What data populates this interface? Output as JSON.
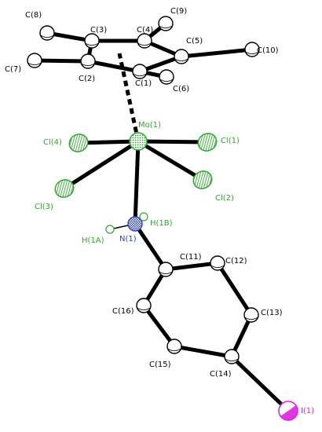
{
  "molecule": {
    "colors": {
      "carbon": "#000000",
      "molybdenum": "#2fa82f",
      "chlorine": "#2fa82f",
      "nitrogen": "#3040c8",
      "hydrogen": "#2fa82f",
      "iodine": "#e020e0",
      "bond": "#000000"
    },
    "atoms": [
      {
        "id": "C8",
        "label": "C(8)",
        "element": "C"
      },
      {
        "id": "C3",
        "label": "C(3)",
        "element": "C"
      },
      {
        "id": "C4",
        "label": "C(4)",
        "element": "C"
      },
      {
        "id": "C9",
        "label": "C(9)",
        "element": "C"
      },
      {
        "id": "C5",
        "label": "C(5)",
        "element": "C"
      },
      {
        "id": "C10",
        "label": "C(10)",
        "element": "C"
      },
      {
        "id": "C7",
        "label": "C(7)",
        "element": "C"
      },
      {
        "id": "C2",
        "label": "C(2)",
        "element": "C"
      },
      {
        "id": "C1",
        "label": "C(1)",
        "element": "C"
      },
      {
        "id": "C6",
        "label": "C(6)",
        "element": "C"
      },
      {
        "id": "Mo1",
        "label": "Mo(1)",
        "element": "Mo"
      },
      {
        "id": "Cl4",
        "label": "Cl(4)",
        "element": "Cl"
      },
      {
        "id": "Cl1",
        "label": "Cl(1)",
        "element": "Cl"
      },
      {
        "id": "Cl3",
        "label": "Cl(3)",
        "element": "Cl"
      },
      {
        "id": "Cl2",
        "label": "Cl(2)",
        "element": "Cl"
      },
      {
        "id": "N1",
        "label": "N(1)",
        "element": "N"
      },
      {
        "id": "H1A",
        "label": "H(1A)",
        "element": "H"
      },
      {
        "id": "H1B",
        "label": "H(1B)",
        "element": "H"
      },
      {
        "id": "C11",
        "label": "C(11)",
        "element": "C"
      },
      {
        "id": "C12",
        "label": "C(12)",
        "element": "C"
      },
      {
        "id": "C16",
        "label": "C(16)",
        "element": "C"
      },
      {
        "id": "C13",
        "label": "C(13)",
        "element": "C"
      },
      {
        "id": "C15",
        "label": "C(15)",
        "element": "C"
      },
      {
        "id": "C14",
        "label": "C(14)",
        "element": "C"
      },
      {
        "id": "I1",
        "label": "I(1)",
        "element": "I"
      }
    ],
    "bonds": [
      {
        "a": "C3",
        "b": "C8",
        "style": "solid"
      },
      {
        "a": "C3",
        "b": "C4",
        "style": "solid"
      },
      {
        "a": "C4",
        "b": "C9",
        "style": "solid"
      },
      {
        "a": "C4",
        "b": "C5",
        "style": "solid"
      },
      {
        "a": "C5",
        "b": "C10",
        "style": "solid"
      },
      {
        "a": "C5",
        "b": "C1",
        "style": "solid"
      },
      {
        "a": "C1",
        "b": "C2",
        "style": "solid"
      },
      {
        "a": "C2",
        "b": "C3",
        "style": "solid"
      },
      {
        "a": "C2",
        "b": "C7",
        "style": "solid"
      },
      {
        "a": "C1",
        "b": "C6",
        "style": "solid"
      },
      {
        "a": "Mo1",
        "b": "Cp",
        "style": "dashed"
      },
      {
        "a": "Mo1",
        "b": "Cl4",
        "style": "solid"
      },
      {
        "a": "Mo1",
        "b": "Cl1",
        "style": "solid"
      },
      {
        "a": "Mo1",
        "b": "Cl3",
        "style": "solid"
      },
      {
        "a": "Mo1",
        "b": "Cl2",
        "style": "solid"
      },
      {
        "a": "Mo1",
        "b": "N1",
        "style": "solid"
      },
      {
        "a": "N1",
        "b": "H1A",
        "style": "thin"
      },
      {
        "a": "N1",
        "b": "H1B",
        "style": "thin"
      },
      {
        "a": "N1",
        "b": "C11",
        "style": "solid"
      },
      {
        "a": "C11",
        "b": "C12",
        "style": "solid"
      },
      {
        "a": "C12",
        "b": "C13",
        "style": "solid"
      },
      {
        "a": "C13",
        "b": "C14",
        "style": "solid"
      },
      {
        "a": "C14",
        "b": "C15",
        "style": "solid"
      },
      {
        "a": "C15",
        "b": "C16",
        "style": "solid"
      },
      {
        "a": "C16",
        "b": "C11",
        "style": "solid"
      },
      {
        "a": "C14",
        "b": "I1",
        "style": "solid"
      }
    ]
  }
}
